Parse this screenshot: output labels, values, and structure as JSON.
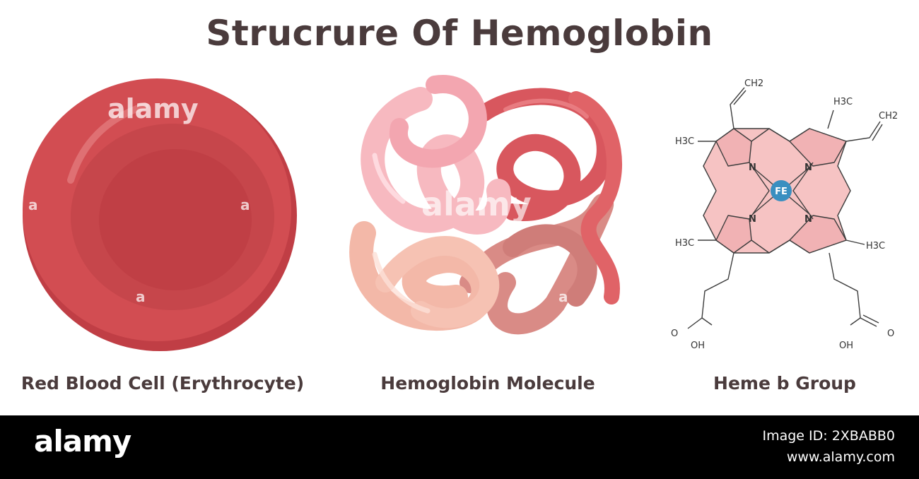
{
  "title": "Strucrure Of Hemoglobin",
  "captions": {
    "red_blood_cell": "Red Blood Cell (Erythrocyte)",
    "hemoglobin_molecule": "Hemoglobin Molecule",
    "heme_group": "Heme b Group"
  },
  "heme_labels": {
    "vinyl_top": "CH2",
    "vinyl_right": "CH2",
    "methyl_top_right": "H3C",
    "methyl_left_top": "H3C",
    "methyl_left_bottom": "H3C",
    "methyl_right_bottom": "H3C",
    "nitrogen": "N",
    "iron": "FE",
    "oxygen": "O",
    "hydroxyl": "OH"
  },
  "watermark": {
    "brand": "alamy",
    "letter": "a"
  },
  "footer": {
    "logo": "alamy",
    "image_id": "Image ID: 2XBABB0",
    "site": "www.alamy.com"
  },
  "colors": {
    "title_text": "#4a3b3c",
    "rbc_main": "#cc474c",
    "rbc_dark": "#b83c42",
    "heme_ring_fill": "#f6c3c3",
    "iron_fill": "#3a8fc0",
    "footer_bg": "#000000"
  }
}
